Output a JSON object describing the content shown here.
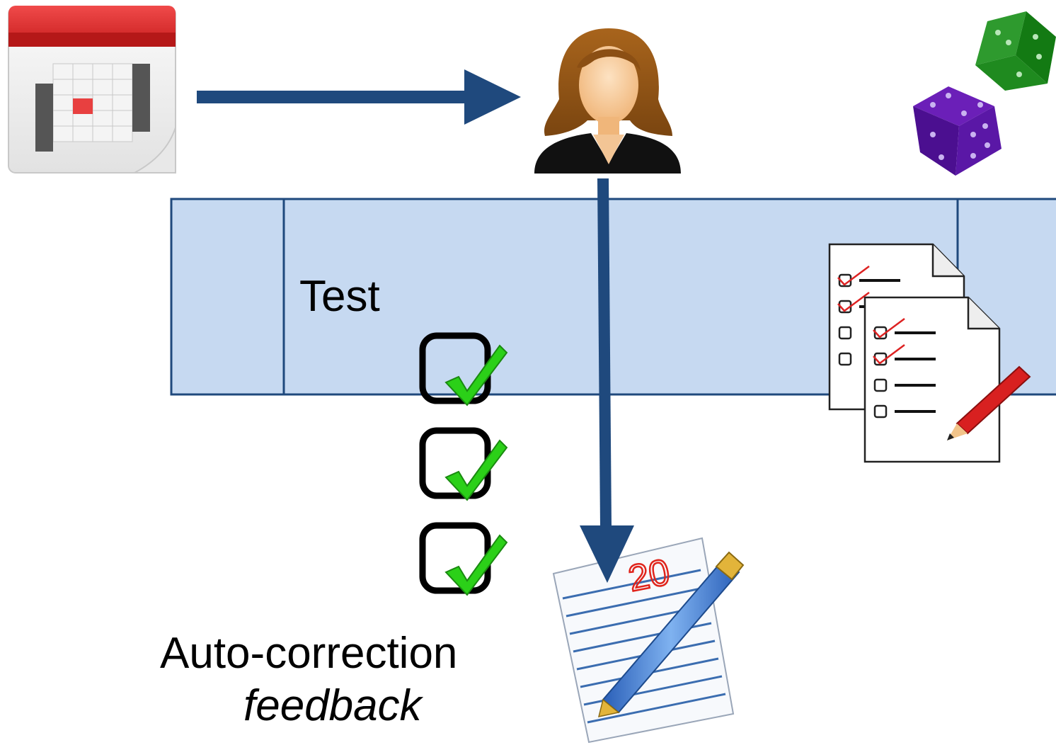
{
  "labels": {
    "test": "Test",
    "auto_correction": "Auto-correction",
    "feedback": "feedback"
  },
  "score_sheet": {
    "score": "20"
  },
  "icons": {
    "calendar": "calendar-icon",
    "person": "person-icon",
    "dice": "dice-icon",
    "checklist_documents": "checklist-documents-icon",
    "checkboxes": "checkbox-checked-icon",
    "graded_sheet": "graded-sheet-pen-icon"
  },
  "colors": {
    "arrow": "#1f497d",
    "band_fill": "#c6d9f1",
    "band_stroke": "#1f497d",
    "check_green": "#2bd018",
    "score_red": "#e0241b"
  }
}
